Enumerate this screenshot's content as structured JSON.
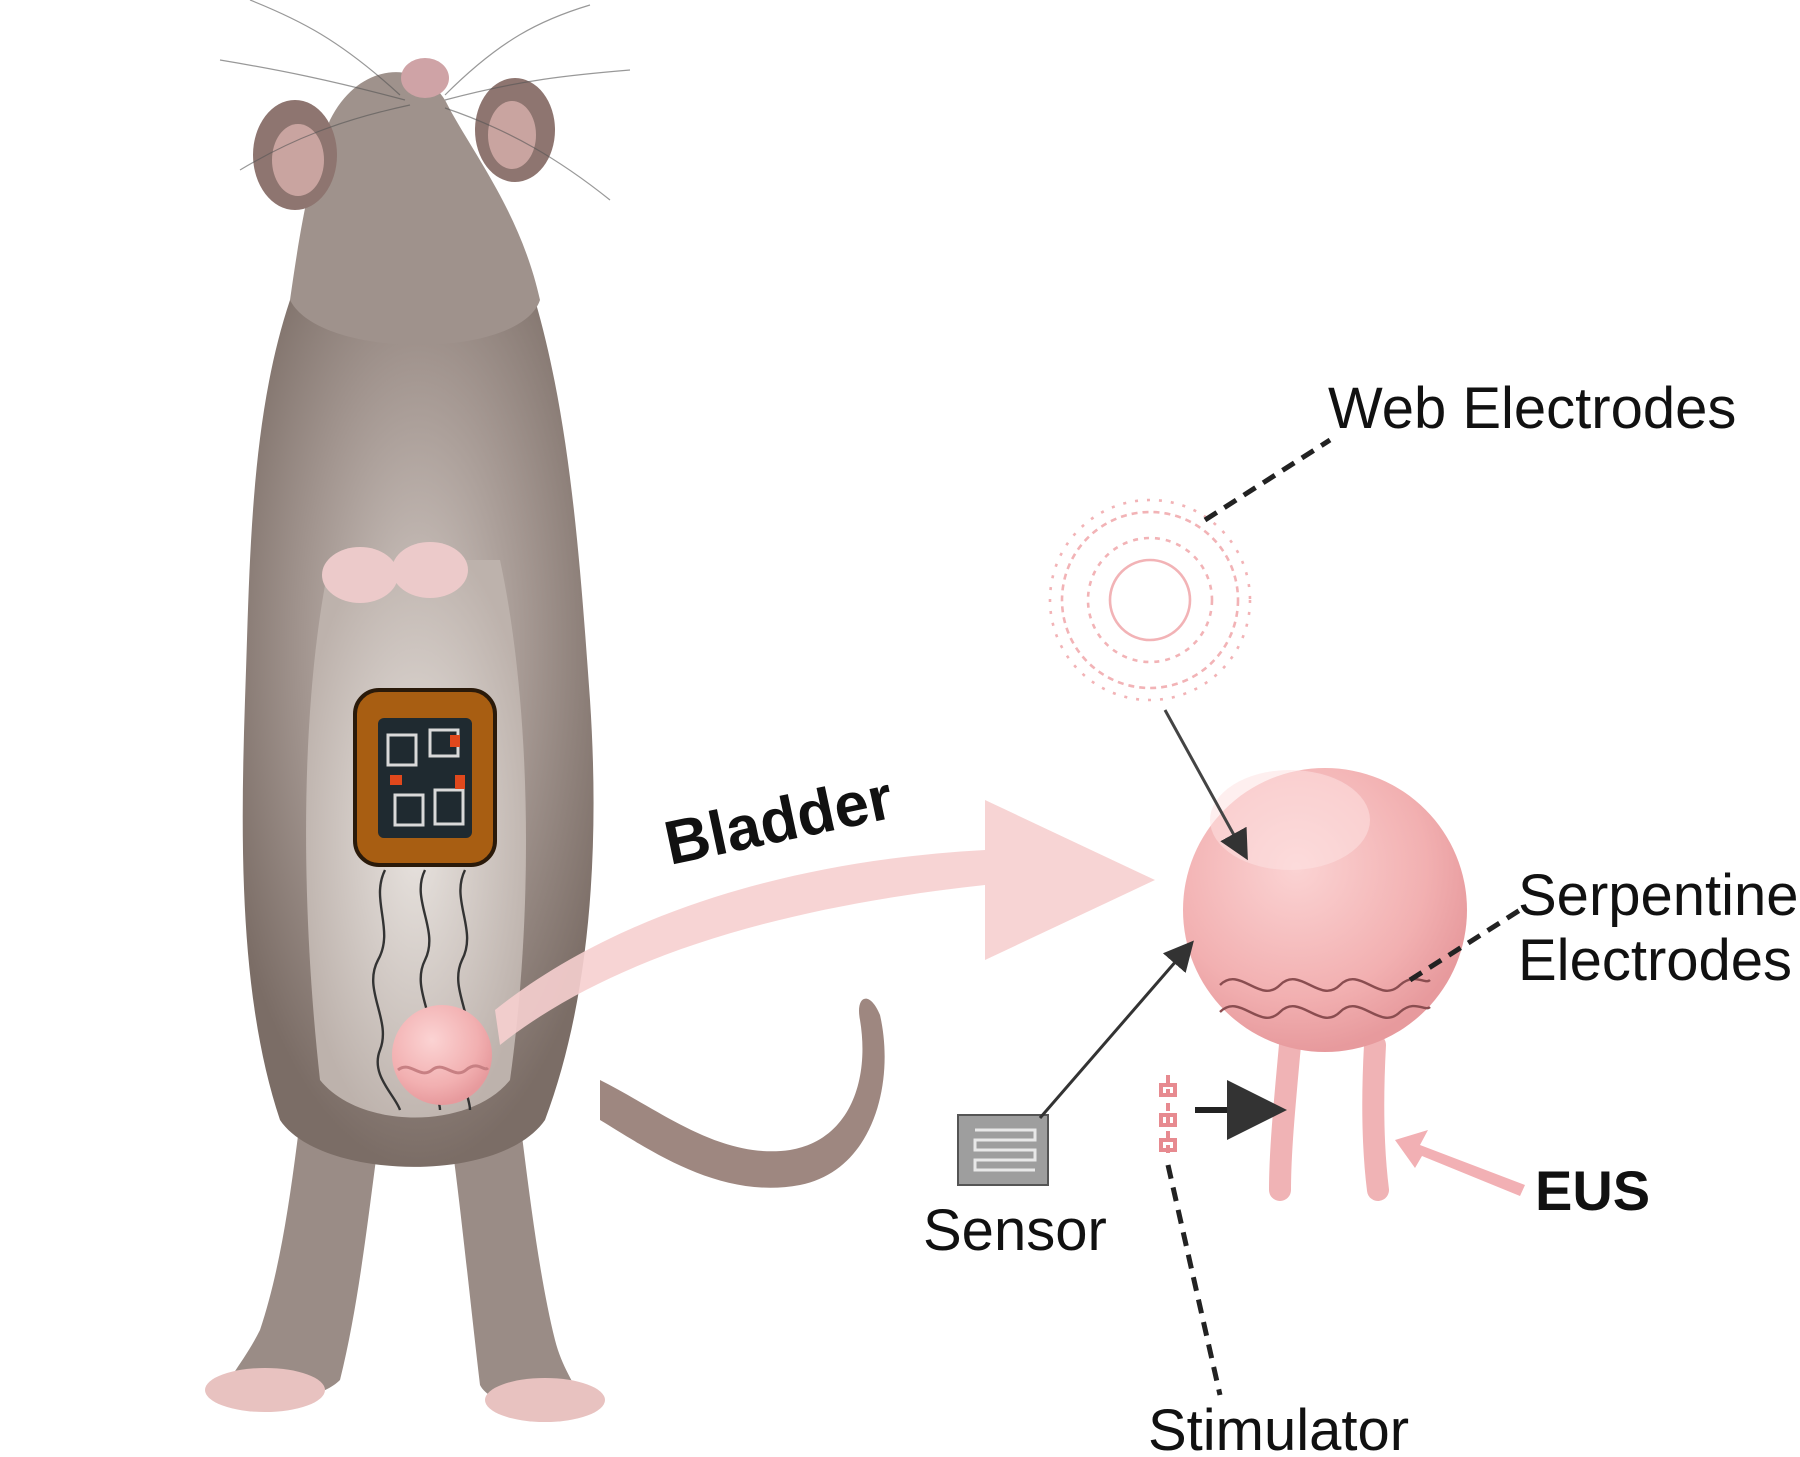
{
  "labels": {
    "bladder": "Bladder",
    "web_electrodes": "Web Electrodes",
    "serpentine_line1": "Serpentine",
    "serpentine_line2": "Electrodes",
    "eus": "EUS",
    "sensor": "Sensor",
    "stimulator": "Stimulator"
  },
  "colors": {
    "background": "#ffffff",
    "bladder_pink": "#f3b6b6",
    "bladder_dark": "#e59a9d",
    "arrow_pink": "#f6cfcf",
    "rat_fur": "#8d7e77",
    "rat_belly": "#d9d1cc",
    "device_orange": "#a85e12",
    "text": "#111111"
  }
}
